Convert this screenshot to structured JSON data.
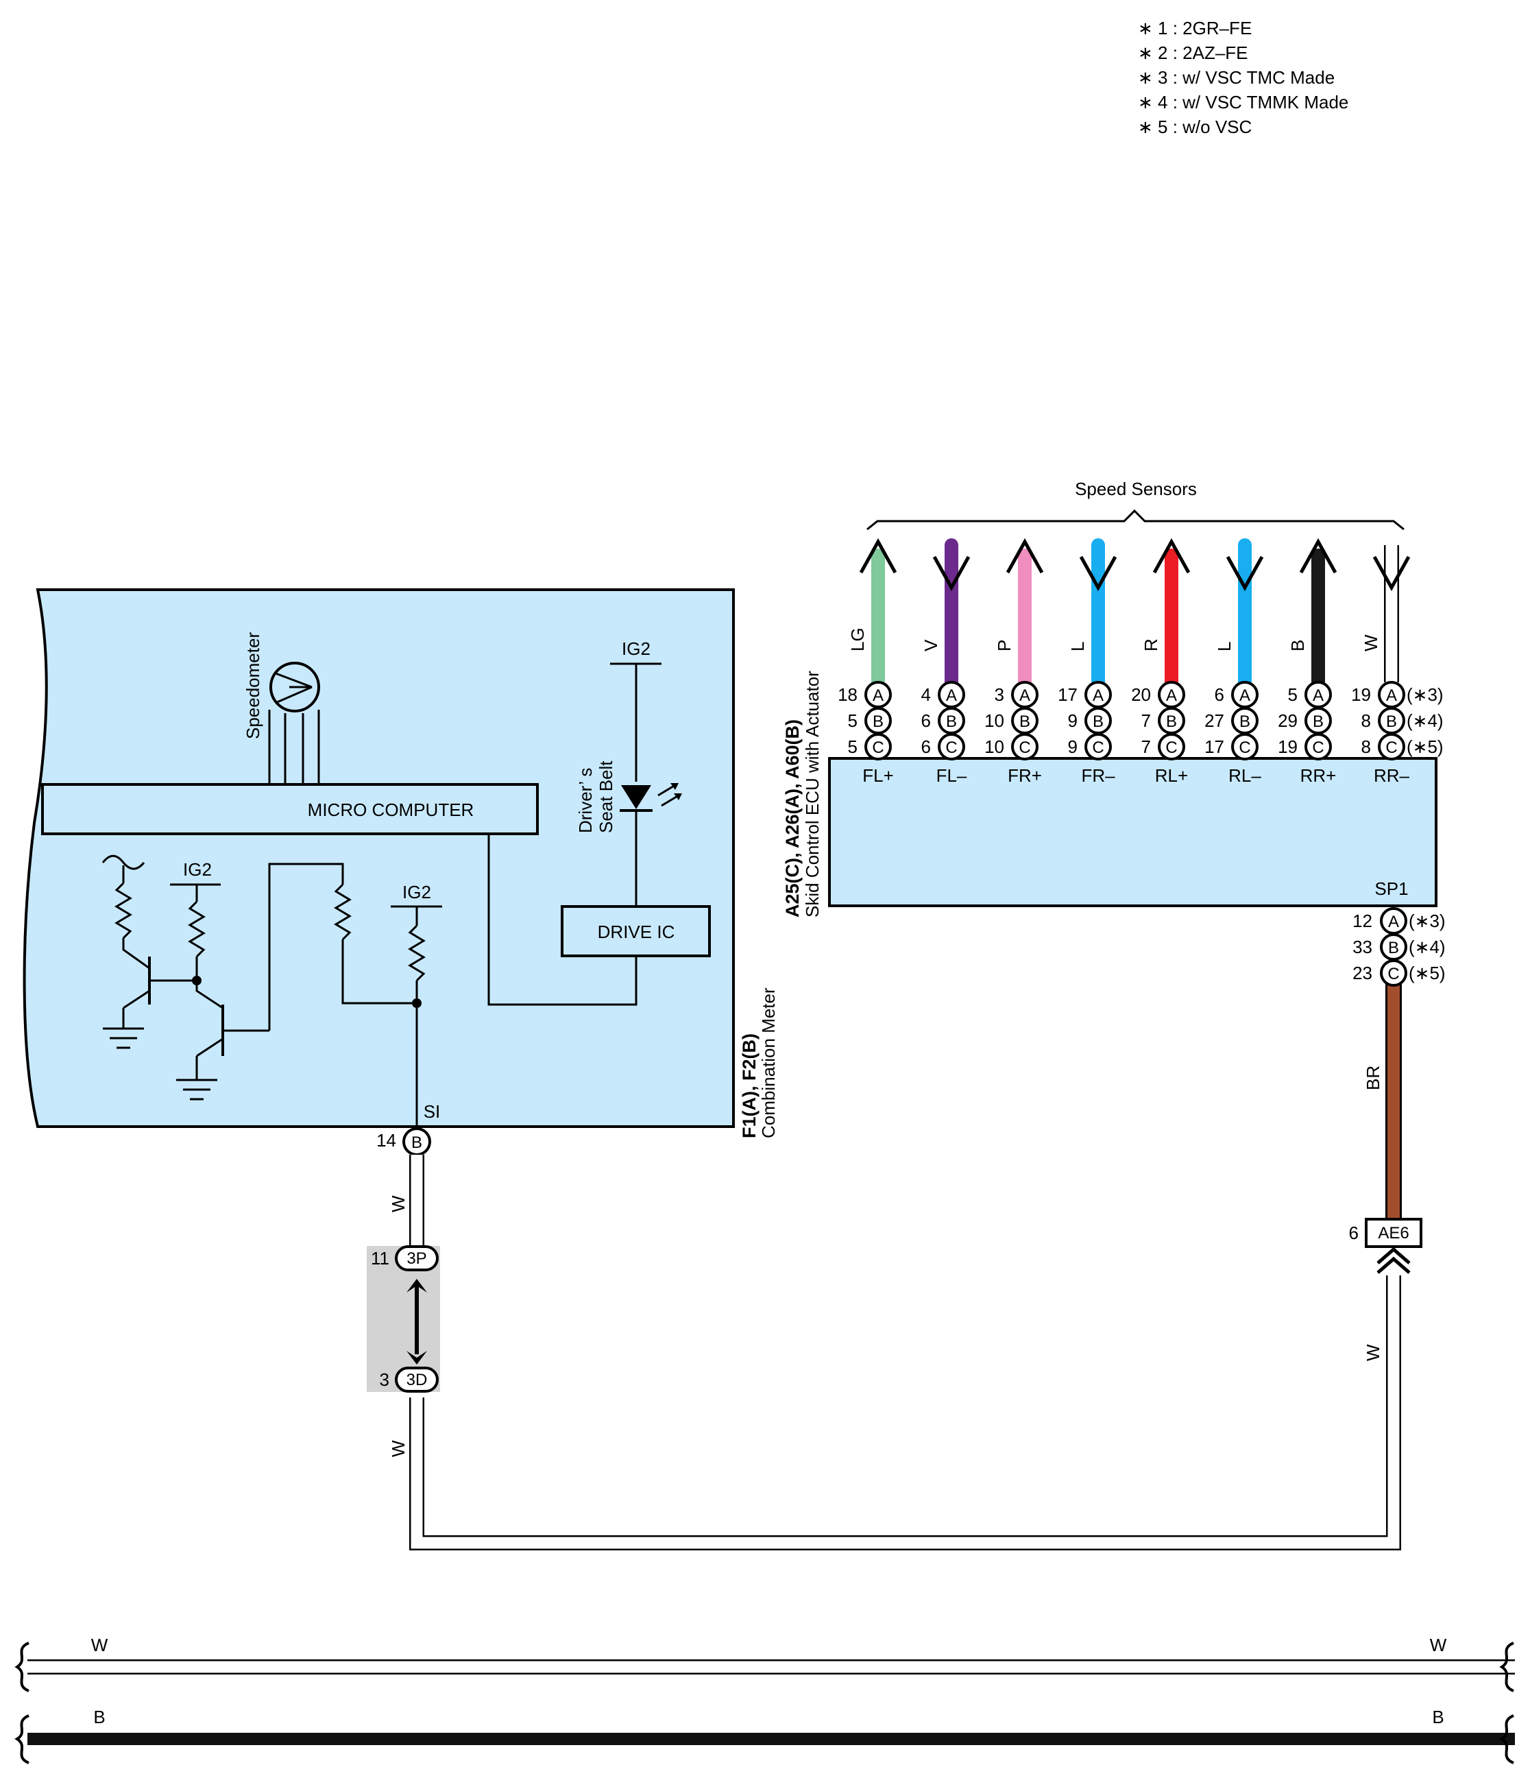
{
  "legend": [
    "∗ 1 : 2GR–FE",
    "∗ 2 : 2AZ–FE",
    "∗ 3 : w/ VSC TMC Made",
    "∗ 4 : w/ VSC TMMK Made",
    "∗ 5 : w/o VSC"
  ],
  "speed_sensors_label": "Speed Sensors",
  "meter": {
    "connector_label": "F1(A), F2(B)",
    "name": "Combination Meter",
    "speedometer_label": "Speedometer",
    "micro_computer_label": "MICRO COMPUTER",
    "drive_ic_label": "DRIVE IC",
    "seat_belt_label_1": "Driver’ s",
    "seat_belt_label_2": "Seat Belt",
    "ig2_label": "IG2",
    "si_label": "SI",
    "pin_number": "14",
    "pin_letter": "B",
    "wire_color": "W"
  },
  "ecu": {
    "connector_label": "A25(C), A26(A), A60(B)",
    "name": "Skid Control ECU with Actuator",
    "sp1_label": "SP1",
    "sp1_pins": [
      {
        "num": "12",
        "letter": "A",
        "note": "(∗3)"
      },
      {
        "num": "33",
        "letter": "B",
        "note": "(∗4)"
      },
      {
        "num": "23",
        "letter": "C",
        "note": "(∗5)"
      }
    ],
    "sp1_wire_color": "BR",
    "terminals": [
      {
        "name": "FL+",
        "wire": "LG",
        "color": "#7fc99b",
        "dir": "up",
        "pins": [
          {
            "num": "18",
            "letter": "A"
          },
          {
            "num": "5",
            "letter": "B"
          },
          {
            "num": "5",
            "letter": "C"
          }
        ]
      },
      {
        "name": "FL–",
        "wire": "V",
        "color": "#6b2a8c",
        "dir": "down",
        "pins": [
          {
            "num": "4",
            "letter": "A"
          },
          {
            "num": "6",
            "letter": "B"
          },
          {
            "num": "6",
            "letter": "C"
          }
        ]
      },
      {
        "name": "FR+",
        "wire": "P",
        "color": "#f08fbf",
        "dir": "up",
        "pins": [
          {
            "num": "3",
            "letter": "A"
          },
          {
            "num": "10",
            "letter": "B"
          },
          {
            "num": "10",
            "letter": "C"
          }
        ]
      },
      {
        "name": "FR–",
        "wire": "L",
        "color": "#18aef0",
        "dir": "down",
        "pins": [
          {
            "num": "17",
            "letter": "A"
          },
          {
            "num": "9",
            "letter": "B"
          },
          {
            "num": "9",
            "letter": "C"
          }
        ]
      },
      {
        "name": "RL+",
        "wire": "R",
        "color": "#ec1c24",
        "dir": "up",
        "pins": [
          {
            "num": "20",
            "letter": "A"
          },
          {
            "num": "7",
            "letter": "B"
          },
          {
            "num": "7",
            "letter": "C"
          }
        ]
      },
      {
        "name": "RL–",
        "wire": "L",
        "color": "#18aef0",
        "dir": "down",
        "pins": [
          {
            "num": "6",
            "letter": "A"
          },
          {
            "num": "27",
            "letter": "B"
          },
          {
            "num": "17",
            "letter": "C"
          }
        ]
      },
      {
        "name": "RR+",
        "wire": "B",
        "color": "#1a1a1a",
        "dir": "up",
        "pins": [
          {
            "num": "5",
            "letter": "A"
          },
          {
            "num": "29",
            "letter": "B"
          },
          {
            "num": "19",
            "letter": "C"
          }
        ]
      },
      {
        "name": "RR–",
        "wire": "W",
        "color": "#ffffff",
        "dir": "down",
        "pins": [
          {
            "num": "19",
            "letter": "A",
            "note": "(∗3)"
          },
          {
            "num": "8",
            "letter": "B",
            "note": "(∗4)"
          },
          {
            "num": "8",
            "letter": "C",
            "note": "(∗5)"
          }
        ]
      }
    ]
  },
  "junction": {
    "top_num": "11",
    "top_label": "3P",
    "bottom_num": "3",
    "bottom_label": "3D",
    "wire_color": "W"
  },
  "ae6": {
    "num": "6",
    "label": "AE6",
    "wire_color": "W"
  },
  "ground_bus": {
    "white_label": "W",
    "black_label": "B"
  }
}
